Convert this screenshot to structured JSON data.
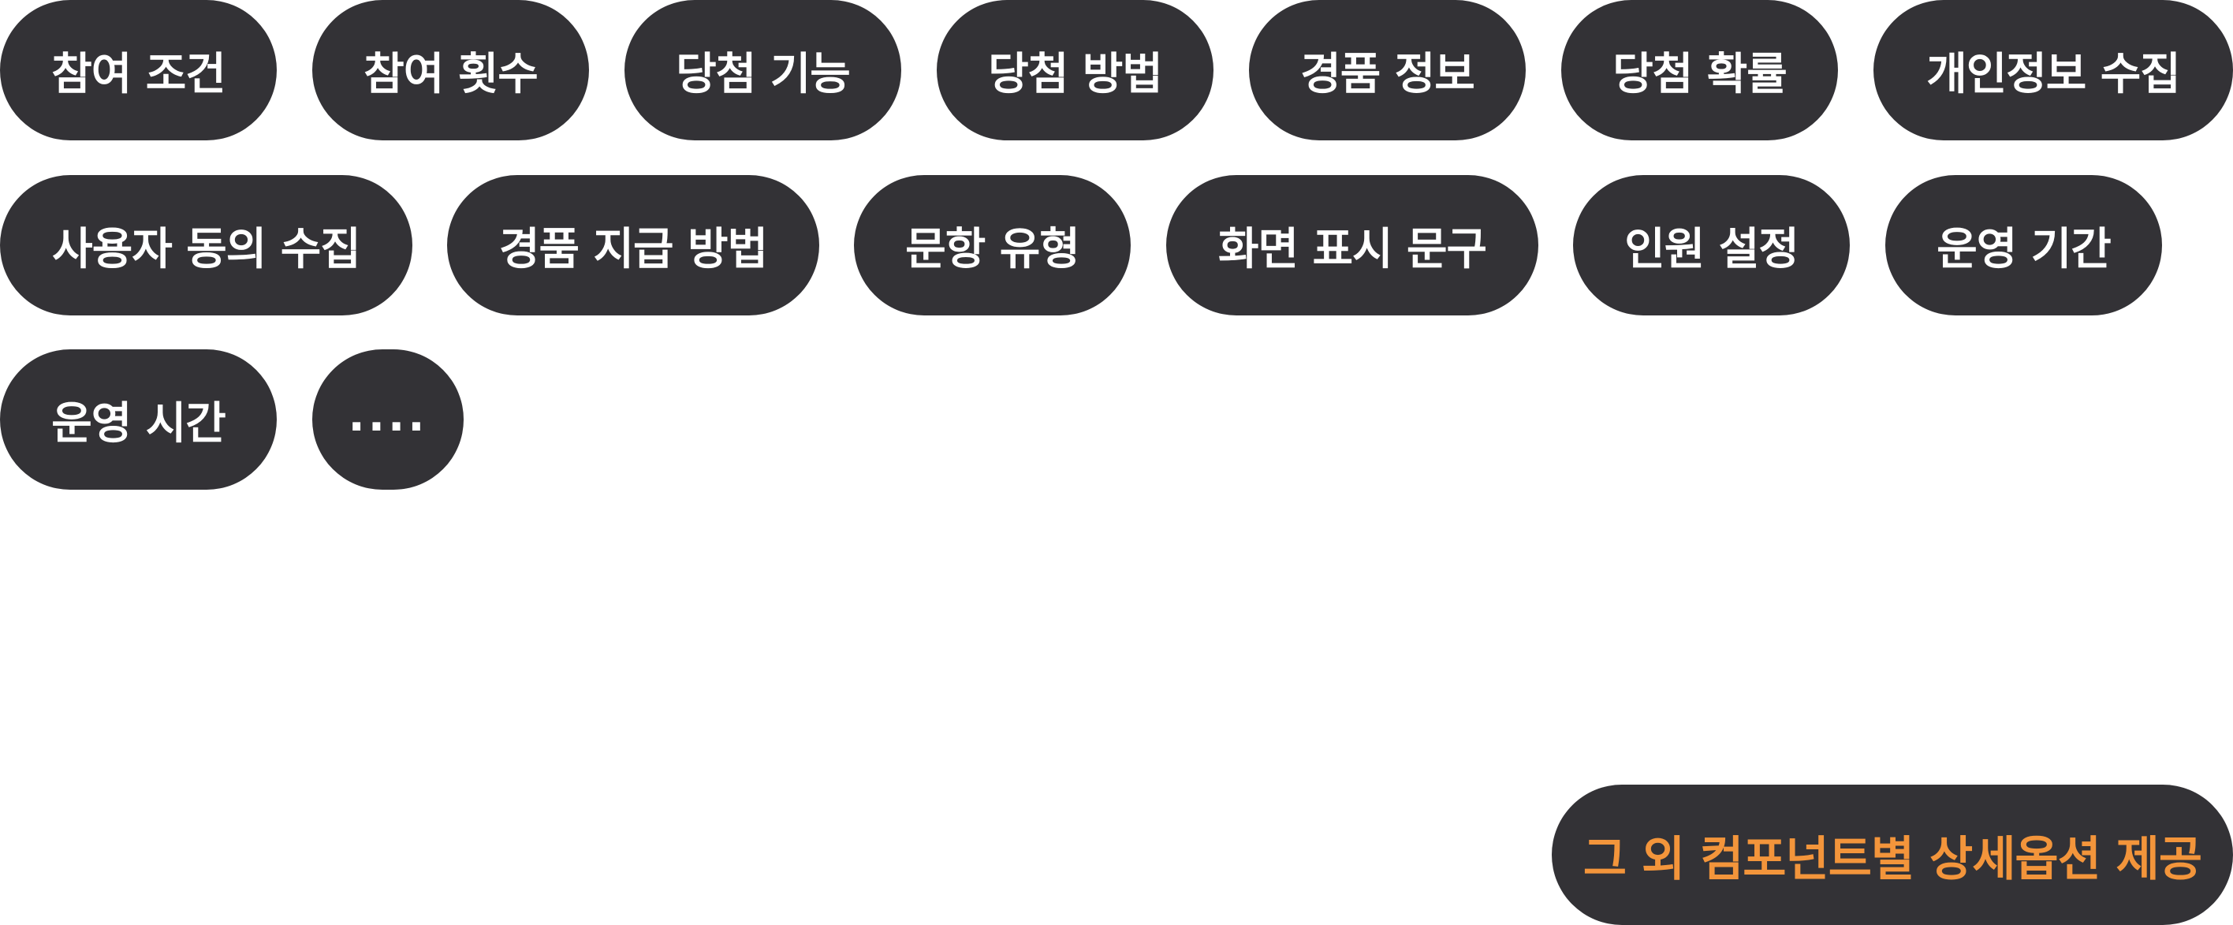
{
  "chips": [
    "참여 조건",
    "참여 횟수",
    "당첨 기능",
    "당첨 방법",
    "경품 정보",
    "당첨 확률",
    "개인정보 수집",
    "사용자 동의 수집",
    "경품 지급 방법",
    "문항 유형",
    "화면 표시 문구",
    "인원 설정",
    "운영 기간",
    "운영 시간",
    "...."
  ],
  "cta_label": "그 외 컴포넌트별 상세옵션 제공",
  "colors": {
    "chip_background": "#333236",
    "chip_text": "#ffffff",
    "cta_text": "#f3953b"
  }
}
